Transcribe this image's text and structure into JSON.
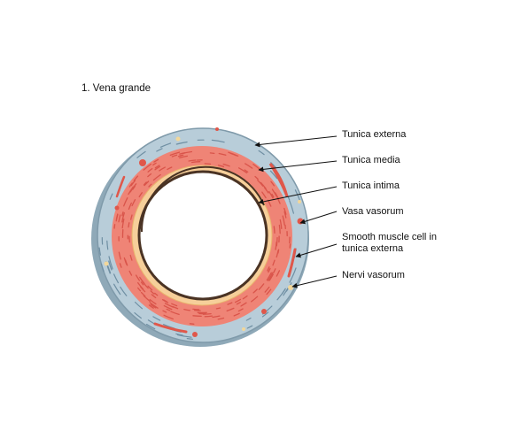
{
  "title": "1.  Vena grande",
  "labels": {
    "tunica_externa": "Tunica externa",
    "tunica_media": "Tunica media",
    "tunica_intima": "Tunica intima",
    "vasa_vasorum": "Vasa vasorum",
    "smooth_muscle_line1": "Smooth muscle cell in",
    "smooth_muscle_line2": "tunica externa",
    "nervi_vasorum": "Nervi vasorum"
  },
  "colors": {
    "externa_fill": "#b8cdd9",
    "externa_outline": "#7f9aaa",
    "media_fill": "#ef8476",
    "media_streak": "#d9544a",
    "intima_fill": "#f6cf9a",
    "lumen_outline": "#4a3324",
    "leader_line": "#111111"
  }
}
